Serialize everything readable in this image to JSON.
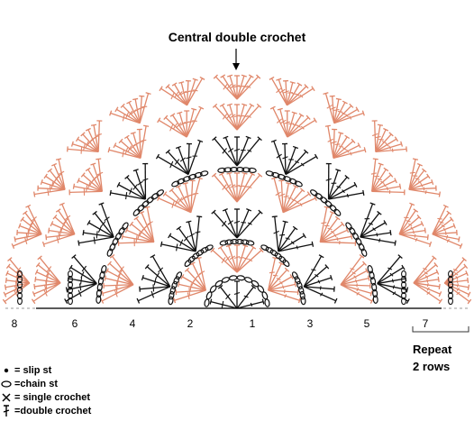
{
  "title": "Central double crochet",
  "row_labels": [
    "8",
    "6",
    "4",
    "2",
    "1",
    "3",
    "5",
    "7"
  ],
  "repeat_note": [
    "Repeat",
    "2 rows"
  ],
  "legend": [
    {
      "icon": "slip-stitch-icon",
      "text": "= slip st"
    },
    {
      "icon": "chain-stitch-icon",
      "text": "=chain st"
    },
    {
      "icon": "single-crochet-icon",
      "text": "= single crochet"
    },
    {
      "icon": "double-crochet-icon",
      "text": "=double crochet"
    }
  ],
  "colors": {
    "black_rows": "#111111",
    "orange_rows": "#e0876a"
  }
}
